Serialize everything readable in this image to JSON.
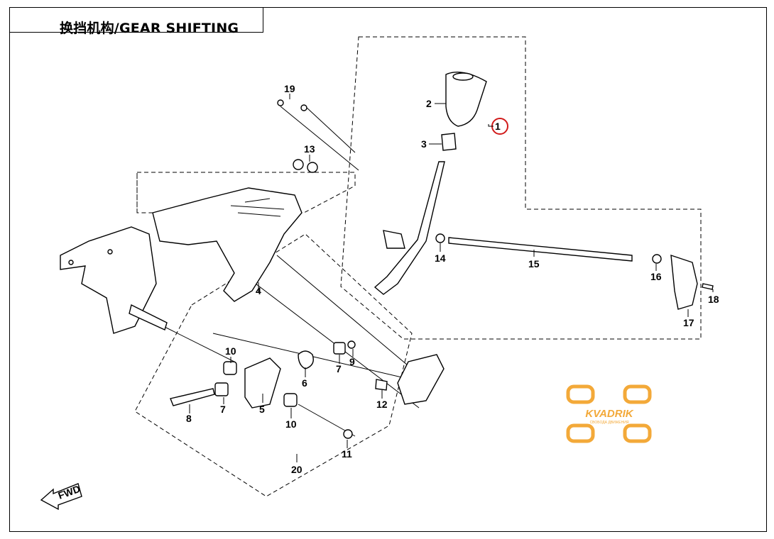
{
  "header": {
    "title": "换挡机构/GEAR SHIFTING"
  },
  "callouts": [
    {
      "id": "1",
      "label": "1"
    },
    {
      "id": "2",
      "label": "2"
    },
    {
      "id": "3",
      "label": "3"
    },
    {
      "id": "4",
      "label": "4"
    },
    {
      "id": "5",
      "label": "5"
    },
    {
      "id": "6",
      "label": "6"
    },
    {
      "id": "7a",
      "label": "7"
    },
    {
      "id": "7b",
      "label": "7"
    },
    {
      "id": "8",
      "label": "8"
    },
    {
      "id": "9",
      "label": "9"
    },
    {
      "id": "10a",
      "label": "10"
    },
    {
      "id": "10b",
      "label": "10"
    },
    {
      "id": "11",
      "label": "11"
    },
    {
      "id": "12",
      "label": "12"
    },
    {
      "id": "13",
      "label": "13"
    },
    {
      "id": "14",
      "label": "14"
    },
    {
      "id": "15",
      "label": "15"
    },
    {
      "id": "16",
      "label": "16"
    },
    {
      "id": "17",
      "label": "17"
    },
    {
      "id": "18",
      "label": "18"
    },
    {
      "id": "19",
      "label": "19"
    },
    {
      "id": "20",
      "label": "20"
    }
  ],
  "direction_arrow": {
    "label": "FWD"
  },
  "watermark": {
    "brand": "KVADRIK",
    "tagline": "СВОБОДА ДВИЖЕНИЯ",
    "color": "#f2a024"
  },
  "highlight_color": "#d11a1a"
}
